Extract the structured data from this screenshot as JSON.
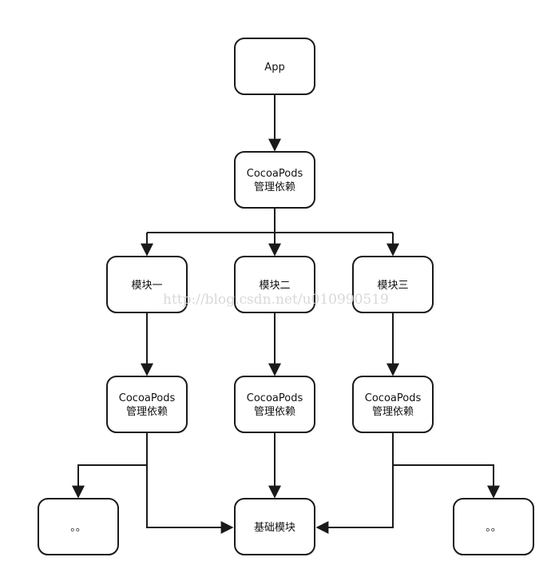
{
  "nodes": {
    "app": {
      "lines": [
        "App"
      ]
    },
    "cocoapods_top": {
      "lines": [
        "CocoaPods",
        "管理依赖"
      ]
    },
    "module_1": {
      "lines": [
        "模块一"
      ]
    },
    "module_2": {
      "lines": [
        "模块二"
      ]
    },
    "module_3": {
      "lines": [
        "模块三"
      ]
    },
    "cocoapods_1": {
      "lines": [
        "CocoaPods",
        "管理依赖"
      ]
    },
    "cocoapods_2": {
      "lines": [
        "CocoaPods",
        "管理依赖"
      ]
    },
    "cocoapods_3": {
      "lines": [
        "CocoaPods",
        "管理依赖"
      ]
    },
    "ellipsis_left": {
      "lines": [
        "。。"
      ]
    },
    "base_module": {
      "lines": [
        "基础模块"
      ]
    },
    "ellipsis_right": {
      "lines": [
        "。。"
      ]
    }
  },
  "watermark": "http://blog.csdn.net/u010990519",
  "colors": {
    "stroke": "#1a1a1a",
    "box_fill": "#ffffff"
  }
}
